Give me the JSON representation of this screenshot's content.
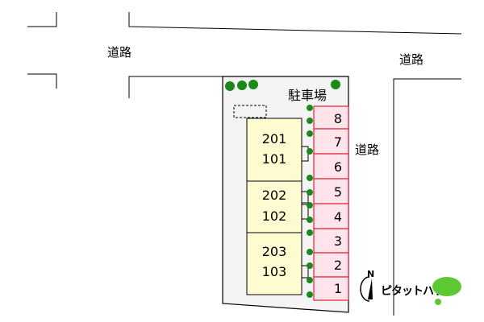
{
  "roads": [
    {
      "id": "road-top-left",
      "label": "道路"
    },
    {
      "id": "road-top-right",
      "label": "道路"
    },
    {
      "id": "road-right",
      "label": "道路"
    }
  ],
  "parking": {
    "label": "駐車場",
    "spaces": [
      "8",
      "7",
      "6",
      "5",
      "4",
      "3",
      "2",
      "1"
    ]
  },
  "buildings": [
    {
      "upper": "201",
      "lower": "101"
    },
    {
      "upper": "202",
      "lower": "102"
    },
    {
      "upper": "203",
      "lower": "103"
    }
  ],
  "compass": {
    "label": "N"
  },
  "brand": {
    "name": "ピタットハウス",
    "color": "#5cc832"
  },
  "colors": {
    "parking_fill": "#ffe4ec",
    "parking_stroke": "#e0203a",
    "building_fill": "#fffbd0",
    "site_fill": "#f4f4f4",
    "tree": "#1a8a1a"
  }
}
